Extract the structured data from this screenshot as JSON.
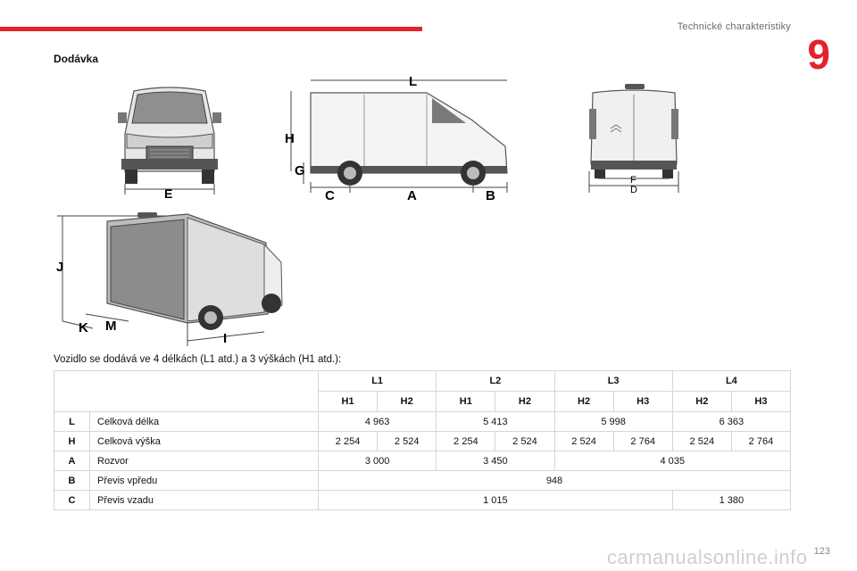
{
  "header": {
    "chapter_title": "Technické charakteristiky",
    "chapter_number": "9"
  },
  "section_title": "Dodávka",
  "figures": {
    "front_labels": {
      "e": "E"
    },
    "side_labels": {
      "l": "L",
      "h": "H",
      "g": "G",
      "c": "C",
      "a": "A",
      "b": "B"
    },
    "rear_labels": {
      "f": "F",
      "d": "D"
    },
    "cargo_labels": {
      "j": "J",
      "k": "K",
      "m": "M",
      "i": "I"
    }
  },
  "intro_text": "Vozidlo se dodává ve 4 délkách (L1 atd.) a 3 výškách (H1 atd.):",
  "table": {
    "lengths": [
      "L1",
      "L2",
      "L3",
      "L4"
    ],
    "heights": [
      "H1",
      "H2",
      "H1",
      "H2",
      "H2",
      "H3",
      "H2",
      "H3"
    ],
    "rows": {
      "L": {
        "code": "L",
        "label": "Celková délka",
        "values": [
          "4 963",
          "5 413",
          "5 998",
          "6 363"
        ]
      },
      "H": {
        "code": "H",
        "label": "Celková výška",
        "values": [
          "2 254",
          "2 524",
          "2 254",
          "2 524",
          "2 524",
          "2 764",
          "2 524",
          "2 764"
        ]
      },
      "A": {
        "code": "A",
        "label": "Rozvor",
        "values": [
          "3 000",
          "3 450",
          "4 035"
        ]
      },
      "B": {
        "code": "B",
        "label": "Převis vpředu",
        "values": [
          "948"
        ]
      },
      "C": {
        "code": "C",
        "label": "Převis vzadu",
        "values": [
          "1 015",
          "1 380"
        ]
      }
    }
  },
  "footer": {
    "page_number": "123",
    "watermark": "carmanualsonline.info"
  }
}
